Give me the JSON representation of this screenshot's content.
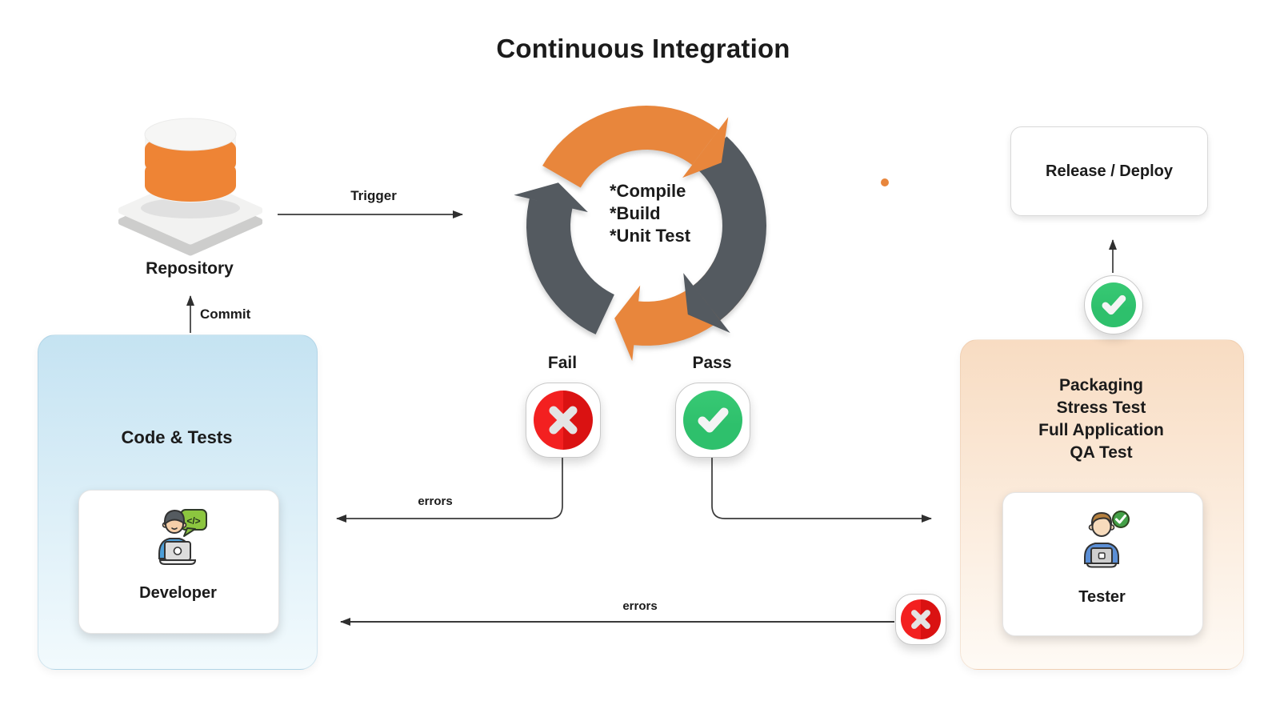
{
  "title": "Continuous Integration",
  "colors": {
    "orange": "#E8863C",
    "cycle_gray": "#545A60",
    "fail_red": "#F32020",
    "fail_red_dark": "#DA1212",
    "pass_green": "#2EC06C",
    "line": "#3A3A3A",
    "text": "#1B1B1B",
    "blue_panel_top": "#C5E3F2",
    "blue_panel_bottom": "#F2FAFD",
    "peach_panel_top": "#F8DCC2",
    "peach_panel_bottom": "#FEFAF5",
    "repo_orange": "#EE8435"
  },
  "repository": {
    "label": "Repository",
    "icon": "database-on-platform-icon"
  },
  "cycle": {
    "icon": "circular-arrows-icon",
    "items": [
      "*Compile",
      "*Build",
      "*Unit Test"
    ]
  },
  "edges": {
    "trigger": "Trigger",
    "commit": "Commit",
    "fail_errors": "errors",
    "qa_errors": "errors"
  },
  "results": {
    "fail": "Fail",
    "pass": "Pass"
  },
  "left_panel": {
    "title": "Code & Tests",
    "card_label": "Developer",
    "icon": "developer-at-laptop-icon",
    "bubble_text": "</>"
  },
  "right_panel": {
    "tasks": [
      "Packaging",
      "Stress Test",
      "Full Application",
      "QA Test"
    ],
    "card_label": "Tester",
    "icon": "tester-with-check-icon"
  },
  "release": {
    "label": "Release / Deploy",
    "icon": "release-check-icon"
  }
}
